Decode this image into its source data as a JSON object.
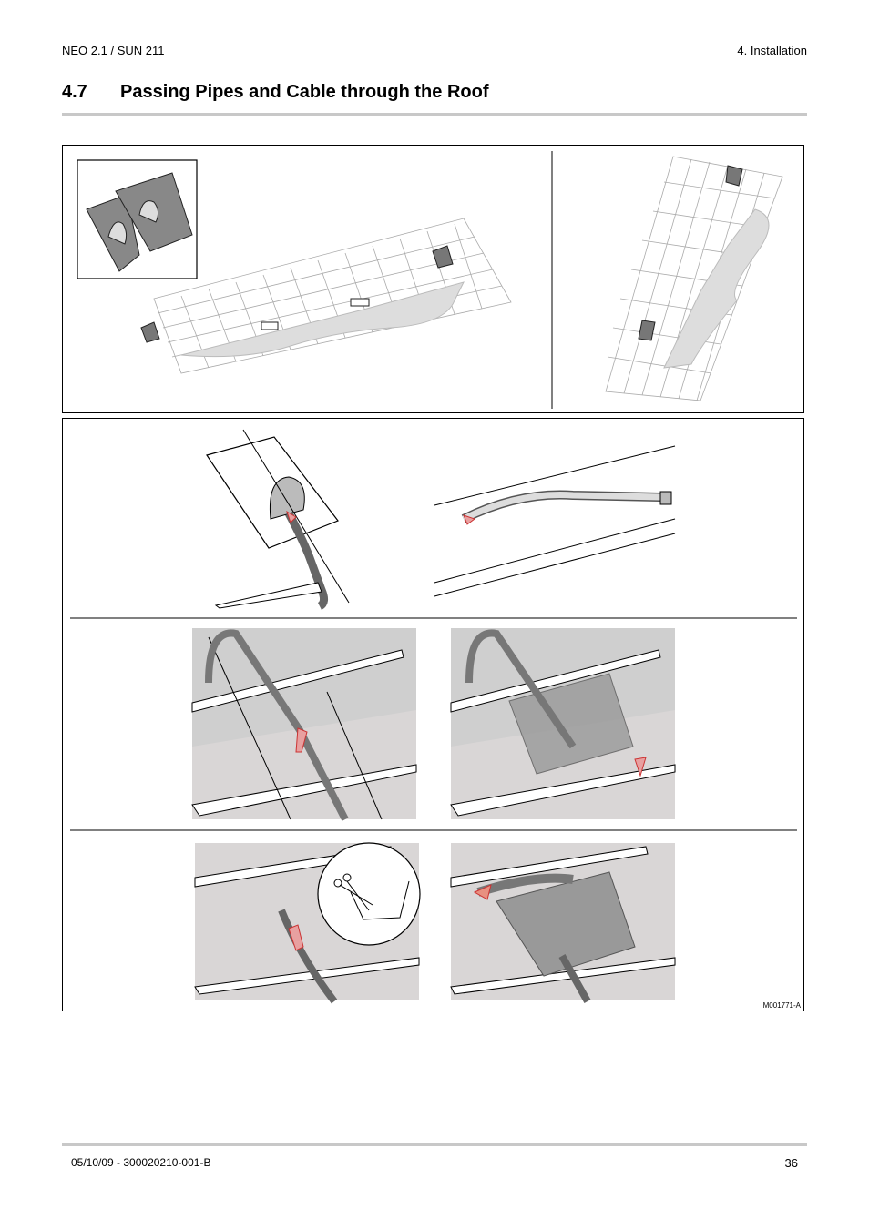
{
  "header": {
    "left": "NEO 2.1 / SUN 211",
    "right": "4.  Installation"
  },
  "section": {
    "number": "4.7",
    "title": "Passing Pipes and Cable through the Roof"
  },
  "figure": {
    "code": "M001771-A"
  },
  "footer": {
    "left": "05/10/09  - 300020210-001-B",
    "page": "36"
  }
}
